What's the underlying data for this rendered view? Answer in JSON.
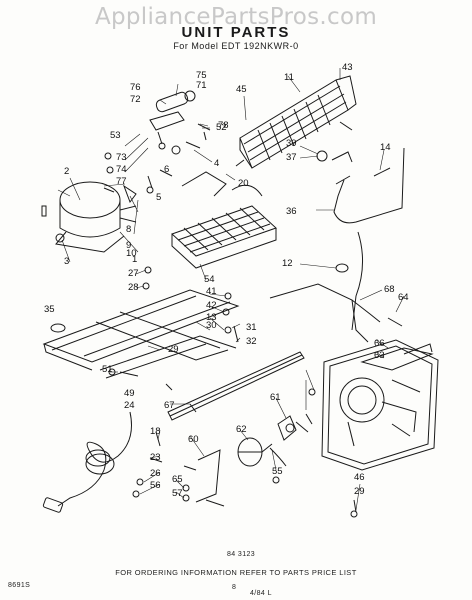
{
  "watermark": "AppliancePartsPros.com",
  "header": {
    "title": "UNIT PARTS",
    "subtitle": "For Model EDT 192NKWR-0"
  },
  "callouts": [
    "75",
    "71",
    "76",
    "72",
    "52",
    "53",
    "73",
    "74",
    "77",
    "78",
    "4",
    "2",
    "5",
    "6",
    "20",
    "8",
    "9",
    "10",
    "1",
    "3",
    "27",
    "28",
    "54",
    "41",
    "42",
    "13",
    "30",
    "35",
    "29",
    "31",
    "32",
    "51",
    "49",
    "24",
    "67",
    "18",
    "23",
    "26",
    "56",
    "60",
    "62",
    "65",
    "57",
    "61",
    "55",
    "46",
    "29",
    "11",
    "43",
    "45",
    "39",
    "37",
    "14",
    "36",
    "12",
    "68",
    "64",
    "66",
    "63"
  ],
  "footer": {
    "drawing_number": "84 3123",
    "note": "FOR ORDERING INFORMATION REFER TO PARTS PRICE LIST",
    "code": "8691S",
    "page": "8",
    "sign": "4/84 L"
  }
}
